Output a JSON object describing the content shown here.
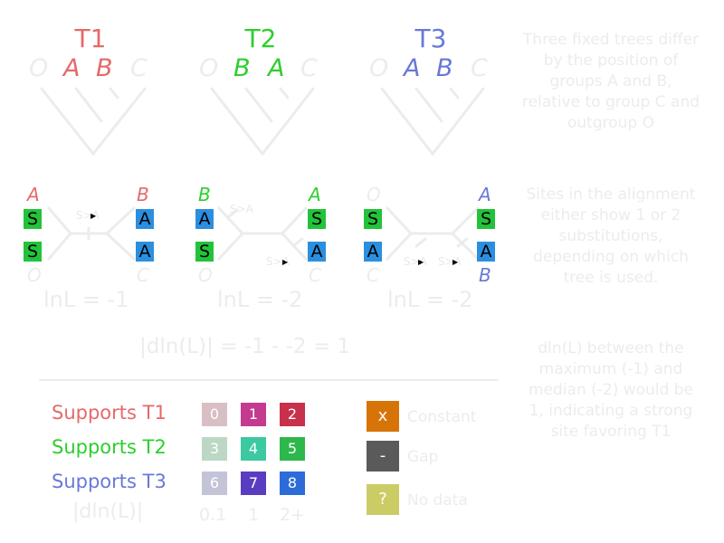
{
  "colors": {
    "t1": "#e46a6a",
    "t2": "#2ccf2c",
    "t3": "#6878d8",
    "faint": "#ececec",
    "green_site": "#22c33a",
    "blue_site": "#2b8fe0"
  },
  "trees": [
    {
      "title": "T1",
      "leaves": [
        "O",
        "A",
        "B",
        "C"
      ]
    },
    {
      "title": "T2",
      "leaves": [
        "O",
        "B",
        "A",
        "C"
      ]
    },
    {
      "title": "T3",
      "leaves": [
        "O",
        "A",
        "B",
        "C"
      ]
    }
  ],
  "panels": [
    {
      "top_left": "A",
      "top_right": "B",
      "bottom_left": "O",
      "bottom_right": "C",
      "left_sites": [
        "S",
        "S"
      ],
      "right_sites": [
        "A",
        "A"
      ],
      "sub_labels": [
        "S>A"
      ],
      "lnl": "lnL = -1"
    },
    {
      "top_left": "B",
      "top_right": "A",
      "bottom_left": "O",
      "bottom_right": "C",
      "left_sites": [
        "A",
        "S"
      ],
      "right_sites": [
        "S",
        "A"
      ],
      "sub_labels": [
        "S>A",
        "S>A"
      ],
      "lnl": "lnL = -2"
    },
    {
      "top_left": "O",
      "top_right": "A",
      "bottom_left": "C",
      "bottom_right": "B",
      "left_sites": [
        "S",
        "A"
      ],
      "right_sites": [
        "S",
        "A"
      ],
      "sub_labels": [
        "S>A",
        "S>A"
      ],
      "lnl": "lnL = -2"
    }
  ],
  "dln_equation": "|dln(L)| = -1 - -2 = 1",
  "side_notes": [
    "Three fixed trees differ by the position of groups A and B, relative to group C and outgroup O",
    "Sites in the alignment either show 1 or 2 substitutions, depending on which tree is used.",
    "dln(L) between the maximum (-1) and median (-2) would be 1, indicating a strong site favoring T1"
  ],
  "legend": {
    "rows": [
      {
        "label": "Supports T1",
        "cells": [
          {
            "value": "0",
            "color": "#d8bfc4"
          },
          {
            "value": "1",
            "color": "#c33a8e"
          },
          {
            "value": "2",
            "color": "#c8304c"
          }
        ]
      },
      {
        "label": "Supports T2",
        "cells": [
          {
            "value": "3",
            "color": "#bcd8c4"
          },
          {
            "value": "4",
            "color": "#3cc8a0"
          },
          {
            "value": "5",
            "color": "#2cb84c"
          }
        ]
      },
      {
        "label": "Supports T3",
        "cells": [
          {
            "value": "6",
            "color": "#c4c4d8"
          },
          {
            "value": "7",
            "color": "#5a3cc0"
          },
          {
            "value": "8",
            "color": "#2c6cd8"
          }
        ]
      }
    ],
    "axis_label": "|dln(L)|",
    "axis_ticks": [
      "0.1",
      "1",
      "2+"
    ],
    "specials": [
      {
        "symbol": "x",
        "label": "Constant",
        "color": "#d77408"
      },
      {
        "symbol": "-",
        "label": "Gap",
        "color": "#5a5a5a"
      },
      {
        "symbol": "?",
        "label": "No data",
        "color": "#cccc66"
      }
    ]
  }
}
